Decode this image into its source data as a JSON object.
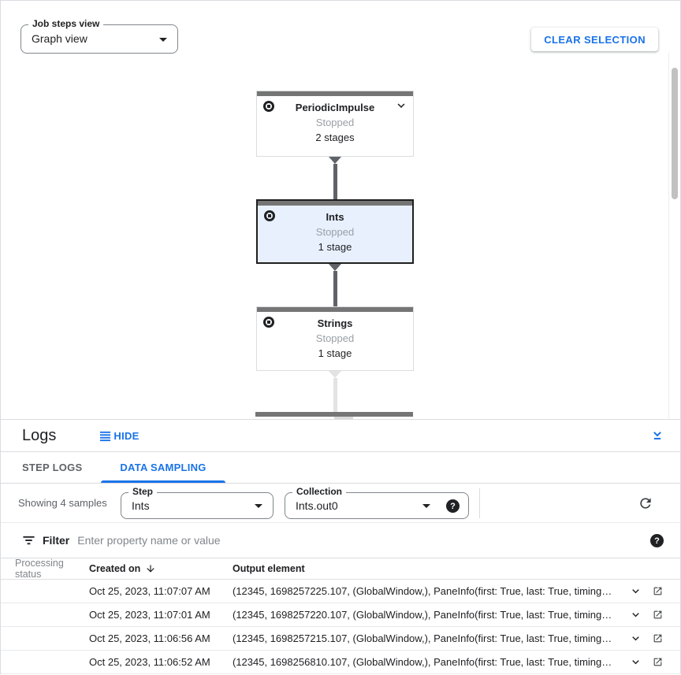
{
  "toolbar": {
    "job_steps_view_label": "Job steps view",
    "job_steps_view_value": "Graph view",
    "clear_selection_label": "CLEAR SELECTION"
  },
  "graph": {
    "selected_node": "Ints",
    "nodes": [
      {
        "title": "PeriodicImpulse",
        "status": "Stopped",
        "stages": "2 stages"
      },
      {
        "title": "Ints",
        "status": "Stopped",
        "stages": "1 stage"
      },
      {
        "title": "Strings",
        "status": "Stopped",
        "stages": "1 stage"
      }
    ]
  },
  "logs_panel": {
    "title": "Logs",
    "hide_label": "HIDE",
    "tabs": [
      {
        "label": "STEP LOGS",
        "active": false
      },
      {
        "label": "DATA SAMPLING",
        "active": true
      }
    ],
    "sampling": {
      "showing_text": "Showing 4 samples",
      "step_label": "Step",
      "step_value": "Ints",
      "collection_label": "Collection",
      "collection_value": "Ints.out0",
      "help_glyph": "?"
    },
    "filter": {
      "label": "Filter",
      "placeholder": "Enter property name or value",
      "help_glyph": "?"
    },
    "table": {
      "columns": [
        "Processing status",
        "Created on",
        "Output element"
      ],
      "rows": [
        {
          "created_on": "Oct 25, 2023, 11:07:07 AM",
          "output_element": "(12345, 1698257225.107, (GlobalWindow,), PaneInfo(first: True, last: True, timing…"
        },
        {
          "created_on": "Oct 25, 2023, 11:07:01 AM",
          "output_element": "(12345, 1698257220.107, (GlobalWindow,), PaneInfo(first: True, last: True, timing…"
        },
        {
          "created_on": "Oct 25, 2023, 11:06:56 AM",
          "output_element": "(12345, 1698257215.107, (GlobalWindow,), PaneInfo(first: True, last: True, timing…"
        },
        {
          "created_on": "Oct 25, 2023, 11:06:52 AM",
          "output_element": "(12345, 1698256810.107, (GlobalWindow,), PaneInfo(first: True, last: True, timing…"
        }
      ]
    }
  },
  "colors": {
    "accent_blue": "#1a73e8",
    "selected_node_bg": "#e8f0fe",
    "node_topbar_gray": "#757575",
    "edge_dark": "#5f6368",
    "edge_light": "#e3e3e3",
    "status_gray": "#9aa0a6"
  }
}
